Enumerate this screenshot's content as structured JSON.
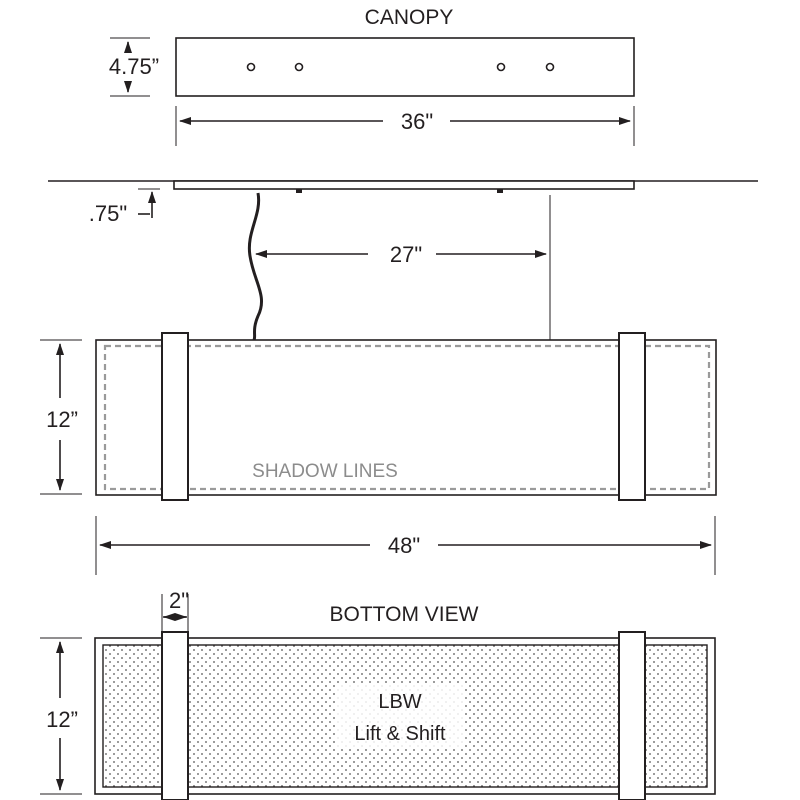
{
  "canopy": {
    "title": "CANOPY",
    "height_label": "4.75”",
    "width_label": "36\""
  },
  "mount": {
    "offset_label": ".75\"",
    "cable_span_label": "27\""
  },
  "fixture": {
    "height_label": "12”",
    "width_label": "48\"",
    "shadow_label": "SHADOW LINES"
  },
  "bottom_view": {
    "title": "BOTTOM VIEW",
    "band_label": "2\"",
    "height_label": "12”",
    "diffuser_line1": "LBW",
    "diffuser_line2": "Lift & Shift"
  },
  "colors": {
    "line": "#231f20",
    "shadow_line": "#9a9a9a"
  }
}
